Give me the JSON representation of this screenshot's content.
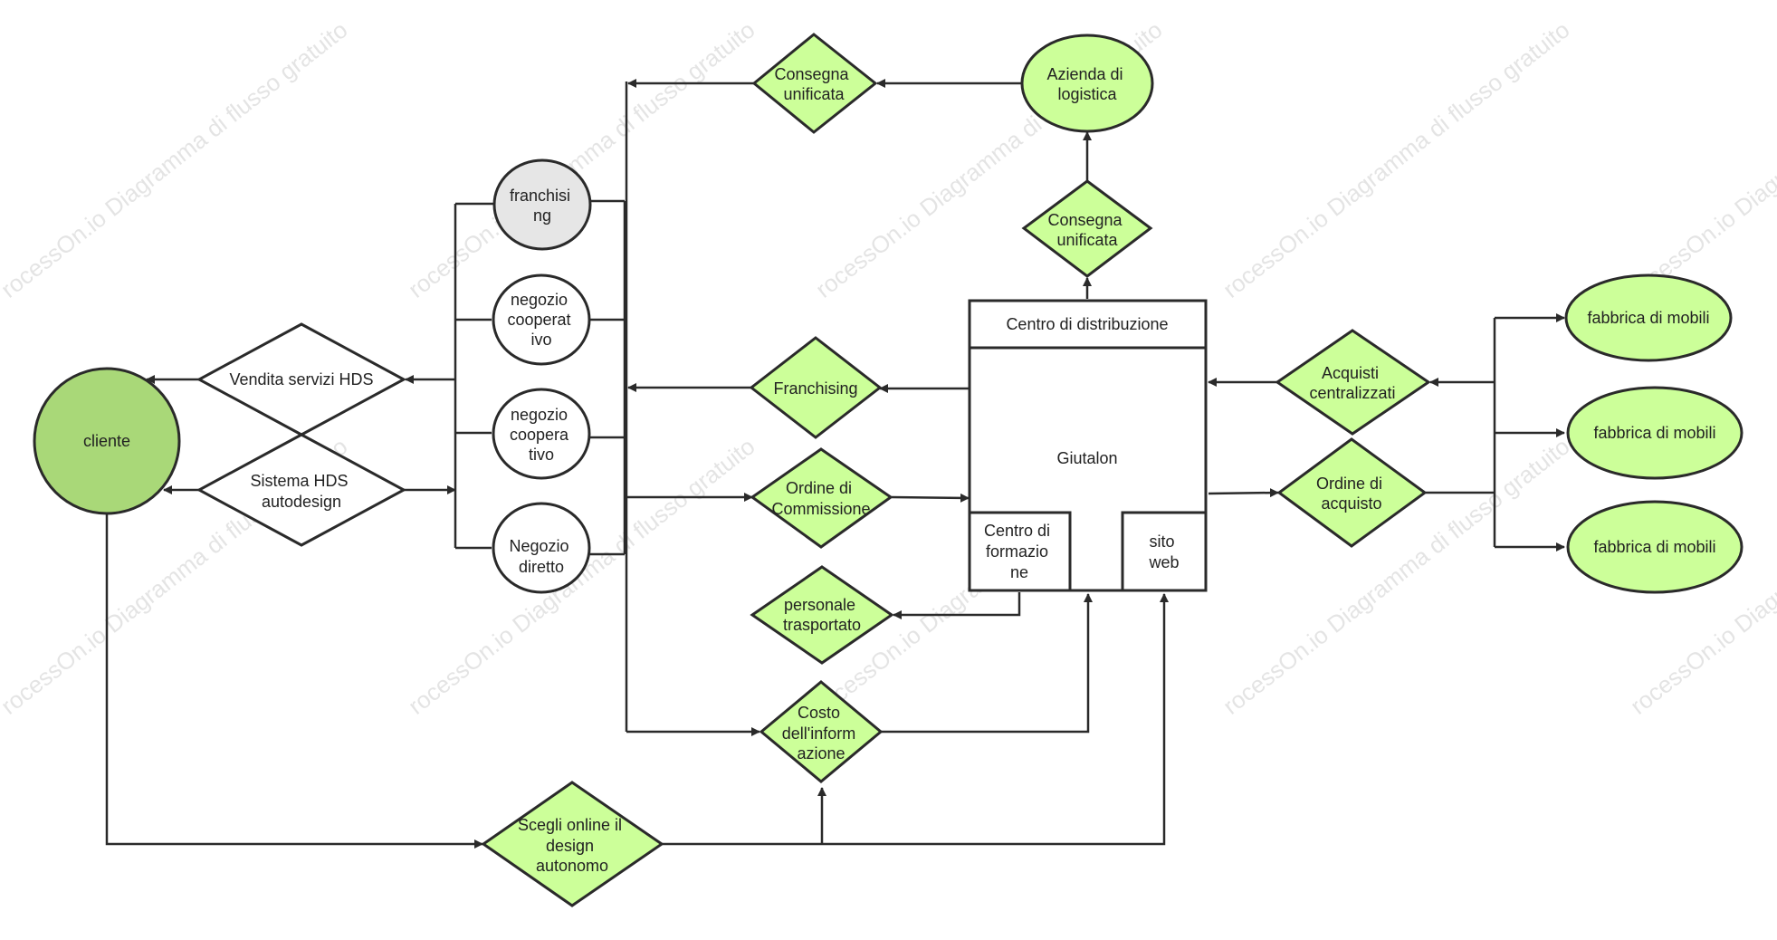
{
  "colors": {
    "green_fill": "#ccff99",
    "client_fill": "#a9d878",
    "grey_fill": "#e6e6e6",
    "white_fill": "#ffffff",
    "stroke": "#2a2a2a"
  },
  "watermark": {
    "text": "rocessOn.io Diagramma di flusso gratuito"
  },
  "nodes": {
    "cliente": "cliente",
    "vendita_servizi": [
      "Vendita servizi HDS"
    ],
    "sistema_hds": [
      "Sistema HDS",
      "autodesign"
    ],
    "franchising_store": [
      "franchisi",
      "ng"
    ],
    "negozio_coop_1": [
      "negozio",
      "cooperat",
      "ivo"
    ],
    "negozio_coop_2": [
      "negozio",
      "coopera",
      "tivo"
    ],
    "negozio_diretto": [
      "Negozio",
      "diretto"
    ],
    "consegna_top": [
      "Consegna",
      "unificata"
    ],
    "azienda_logistica": [
      "Azienda di",
      "logistica"
    ],
    "consegna_mid": [
      "Consegna",
      "unificata"
    ],
    "franchising_diamond": [
      "Franchising"
    ],
    "ordine_commissione": [
      "Ordine di",
      "Commissione"
    ],
    "personale": [
      "personale",
      "trasportato"
    ],
    "costo_info": [
      "Costo",
      "dell'inform",
      "azione"
    ],
    "scegli_online": [
      "Scegli online il",
      "design",
      "autonomo"
    ],
    "centro_distribuzione": "Centro di distribuzione",
    "giutalon": "Giutalon",
    "centro_formazione": [
      "Centro di",
      "formazio",
      "ne"
    ],
    "sito_web": [
      "sito",
      "web"
    ],
    "acquisti_centralizzati": [
      "Acquisti",
      "centralizzati"
    ],
    "ordine_acquisto": [
      "Ordine di",
      "acquisto"
    ],
    "fabbrica_1": "fabbrica di mobili",
    "fabbrica_2": "fabbrica di mobili",
    "fabbrica_3": "fabbrica di mobili"
  }
}
